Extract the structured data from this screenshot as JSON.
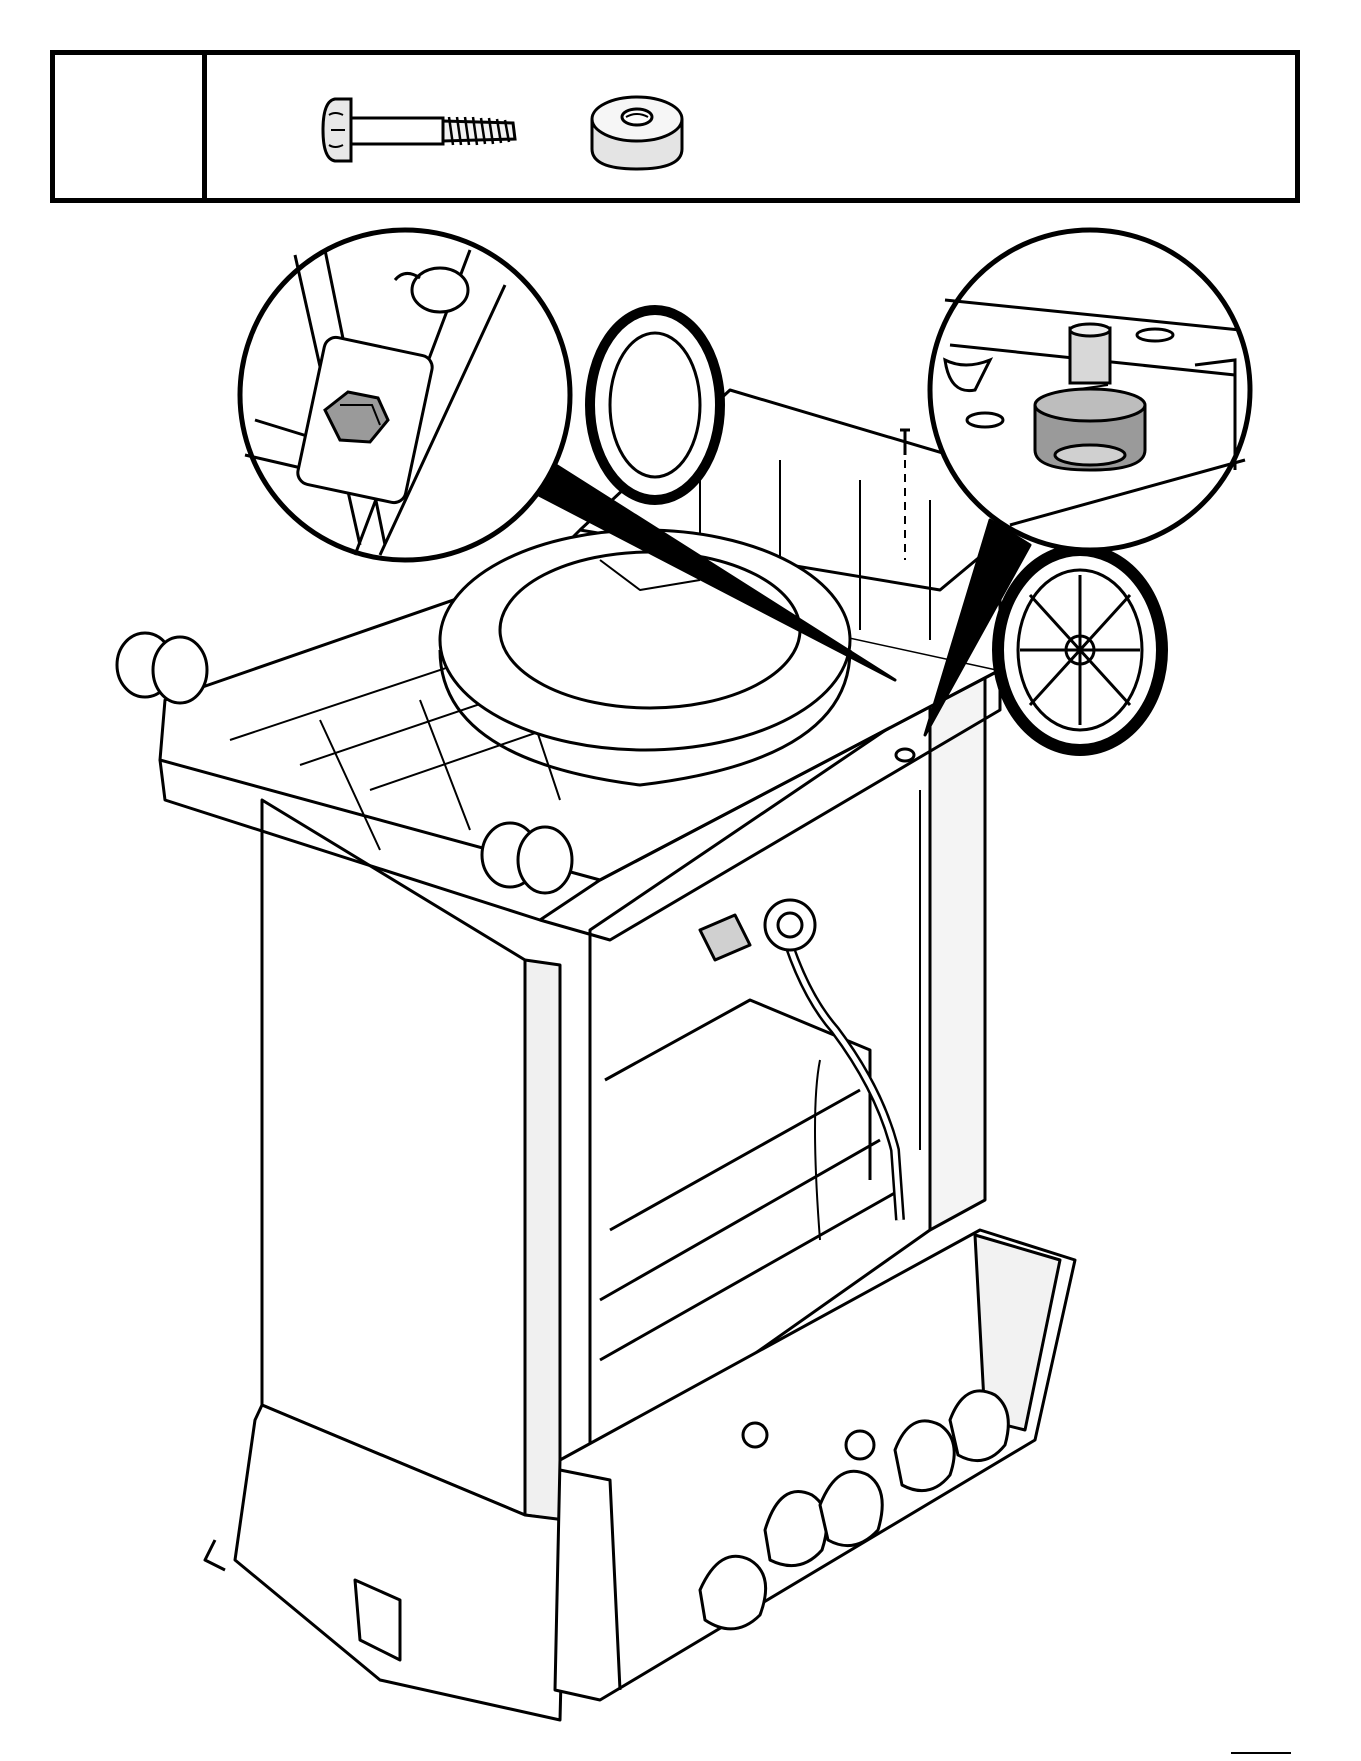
{
  "parts_box": {
    "step_number": "",
    "parts": [
      {
        "name": "shoulder-bolt",
        "label": ""
      },
      {
        "name": "spacer-washer",
        "label": ""
      }
    ]
  },
  "illustration": {
    "callouts": [
      {
        "name": "bolt-head-detail"
      },
      {
        "name": "spacer-detail"
      }
    ]
  },
  "colors": {
    "line": "#000000",
    "paper": "#ffffff",
    "shade": "#9a9a9a",
    "light_shade": "#d8d8d8"
  }
}
